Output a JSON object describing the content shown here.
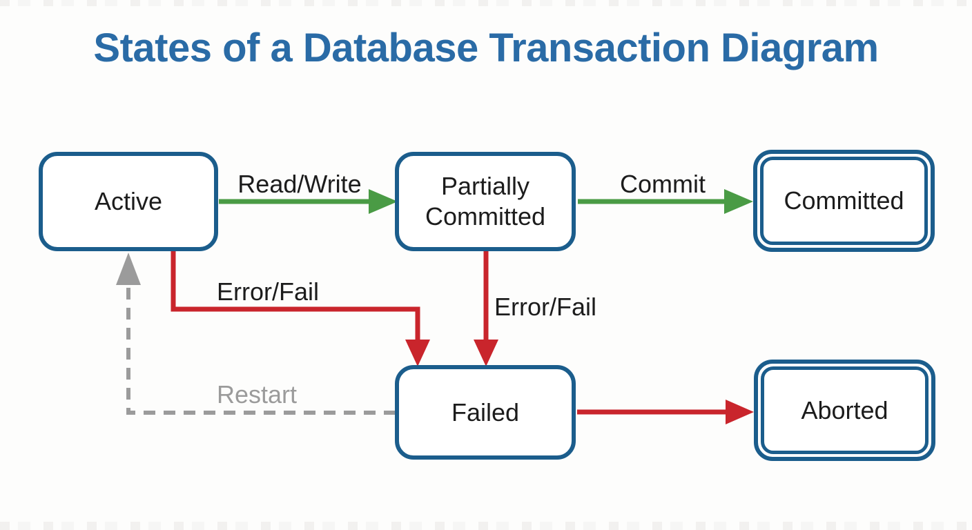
{
  "diagram": {
    "title": "States of a Database Transaction Diagram",
    "nodes": [
      {
        "id": "active",
        "label": "Active",
        "shape": "rounded-rect"
      },
      {
        "id": "partially-committed",
        "label": "Partially Committed",
        "shape": "rounded-rect"
      },
      {
        "id": "committed",
        "label": "Committed",
        "shape": "double-rounded-rect"
      },
      {
        "id": "failed",
        "label": "Failed",
        "shape": "rounded-rect"
      },
      {
        "id": "aborted",
        "label": "Aborted",
        "shape": "double-rounded-rect"
      }
    ],
    "edges": [
      {
        "from": "active",
        "to": "partially-committed",
        "label": "Read/Write",
        "color": "#4a9b45",
        "style": "solid"
      },
      {
        "from": "partially-committed",
        "to": "committed",
        "label": "Commit",
        "color": "#4a9b45",
        "style": "solid"
      },
      {
        "from": "active",
        "to": "failed",
        "label": "Error/Fail",
        "color": "#c9252c",
        "style": "solid"
      },
      {
        "from": "partially-committed",
        "to": "failed",
        "label": "Error/Fail",
        "color": "#c9252c",
        "style": "solid"
      },
      {
        "from": "failed",
        "to": "aborted",
        "label": "",
        "color": "#c9252c",
        "style": "solid"
      },
      {
        "from": "failed",
        "to": "active",
        "label": "Restart",
        "color": "#9b9b9b",
        "style": "dashed"
      }
    ],
    "colors": {
      "title": "#2a6ba6",
      "node_border": "#1b5d8c",
      "node_fill": "#ffffff",
      "label_text": "#1c1c1c",
      "green_arrow": "#4a9b45",
      "red_arrow": "#c9252c",
      "gray_arrow": "#9b9b9b",
      "background": "#fdfdfc"
    }
  }
}
